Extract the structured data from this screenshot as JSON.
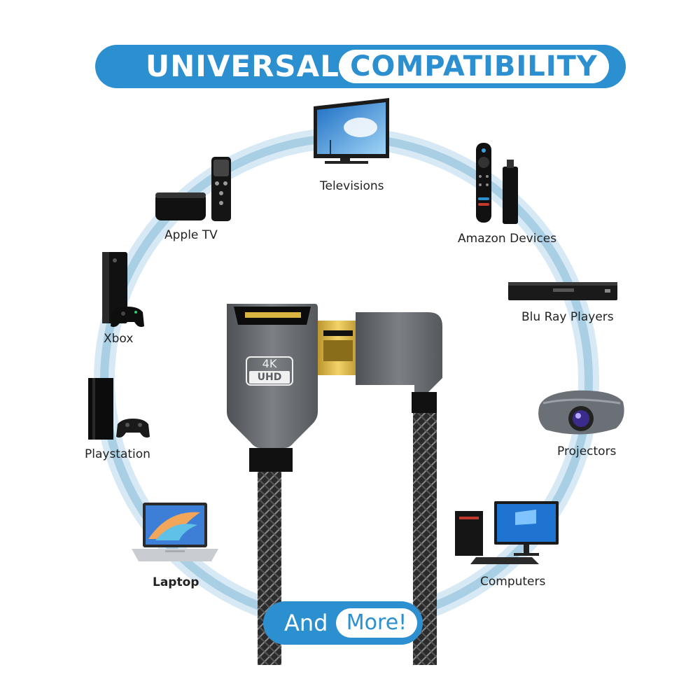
{
  "banner": {
    "left_text": "UNIVERSAL",
    "right_text": "COMPATIBILITY"
  },
  "connector": {
    "badge_top": "4K",
    "badge_bottom": "UHD"
  },
  "devices": {
    "televisions": "Televisions",
    "apple_tv": "Apple TV",
    "amazon_devices": "Amazon Devices",
    "xbox": "Xbox",
    "blu_ray_players": "Blu Ray Players",
    "playstation": "Playstation",
    "projectors": "Projectors",
    "laptop": "Laptop",
    "computers": "Computers"
  },
  "more": {
    "left_text": "And",
    "right_text": "More!"
  },
  "colors": {
    "accent": "#2b8fd0",
    "ring": "#bcd9ea",
    "connector_metal": "#6b6f74",
    "gold_pins": "#d8b440",
    "cable_braid": "#2a2a2a"
  },
  "icons": [
    "tv-icon",
    "apple-tv-icon",
    "fire-tv-stick-icon",
    "xbox-console-icon",
    "blu-ray-player-icon",
    "playstation-console-icon",
    "projector-icon",
    "laptop-icon",
    "desktop-computer-icon",
    "hdmi-cable-icon"
  ]
}
